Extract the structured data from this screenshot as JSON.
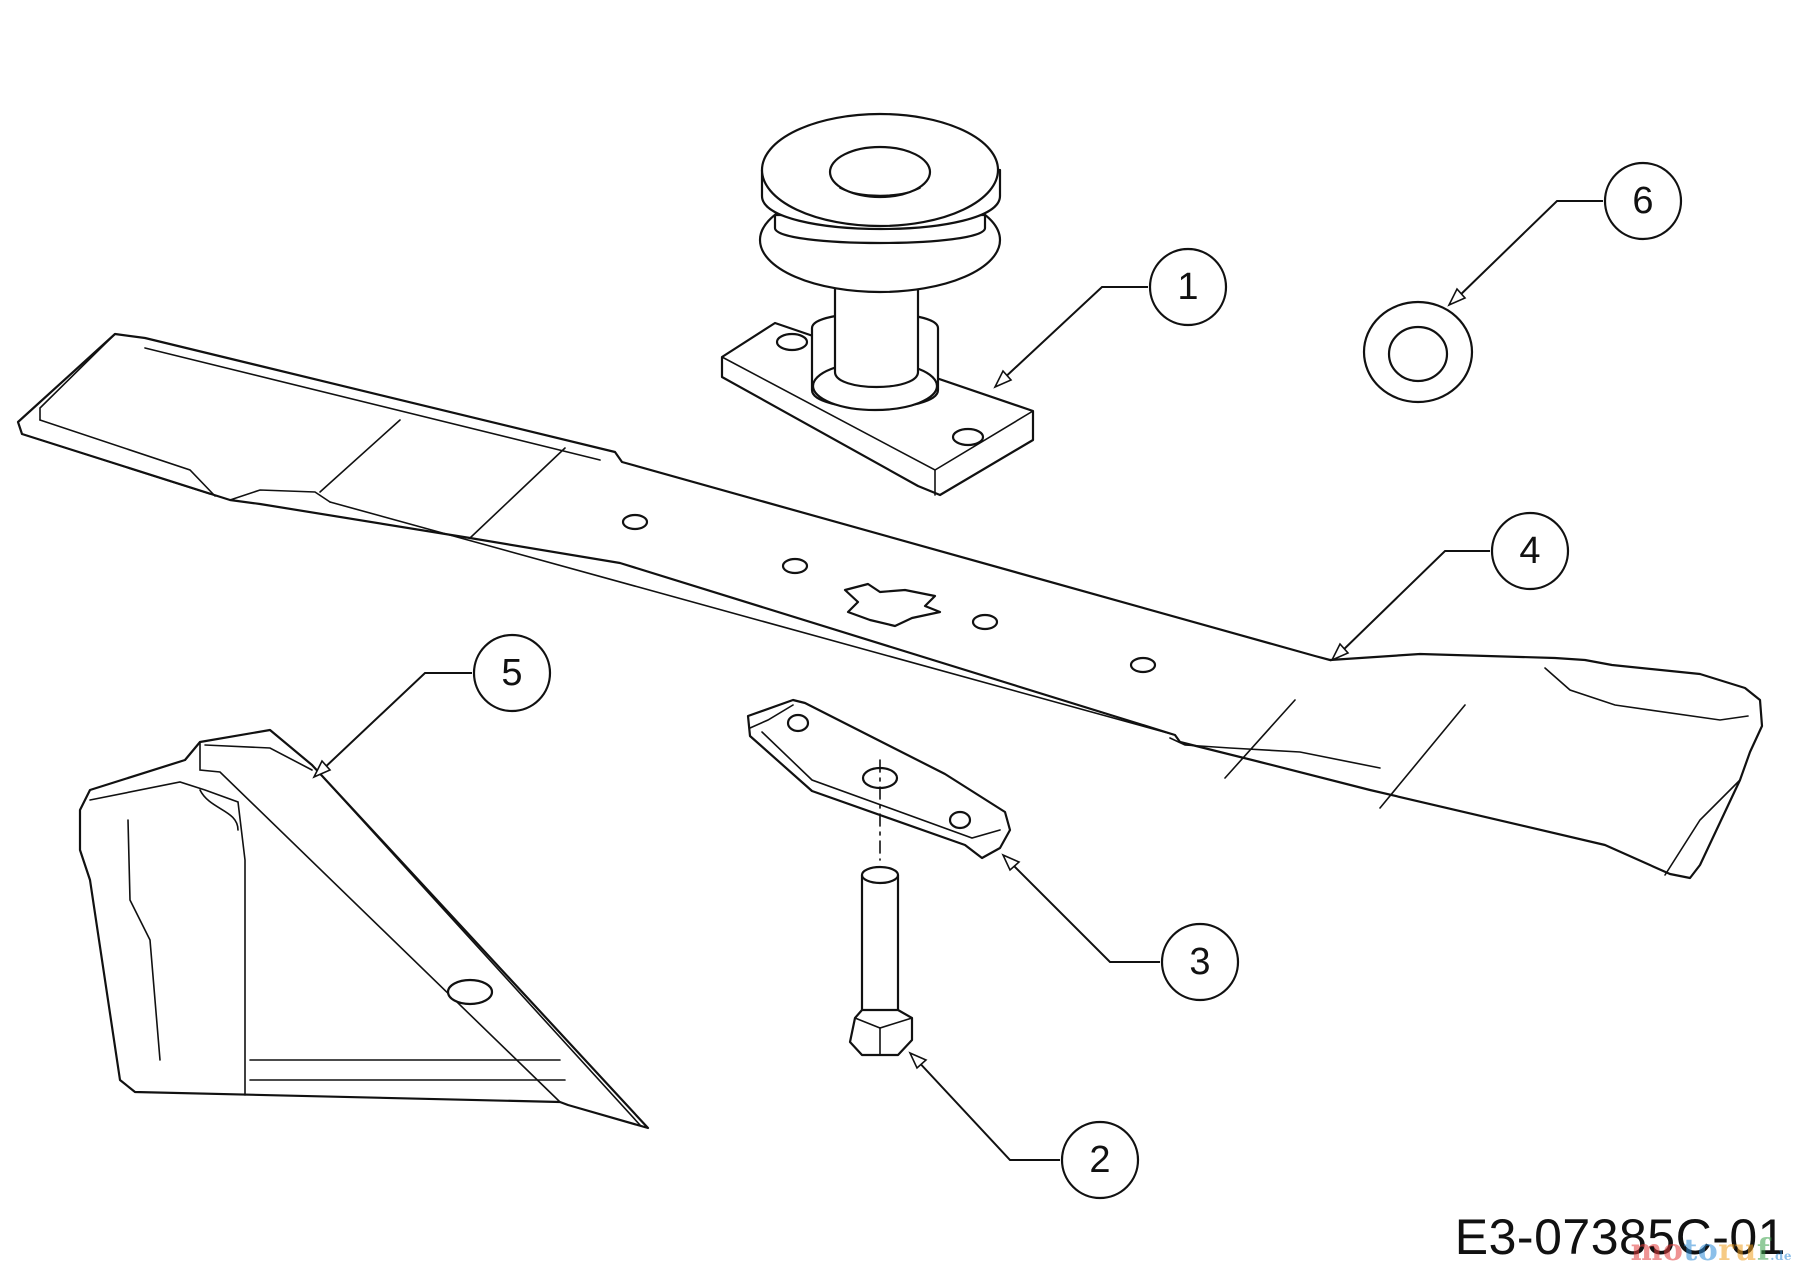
{
  "diagram": {
    "callouts": [
      "1",
      "2",
      "3",
      "4",
      "5",
      "6"
    ],
    "drawing_number": "E3-07385C-01",
    "watermark": {
      "parts": [
        "mo",
        "to",
        "ru",
        "f"
      ],
      "suffix": ".de"
    }
  }
}
